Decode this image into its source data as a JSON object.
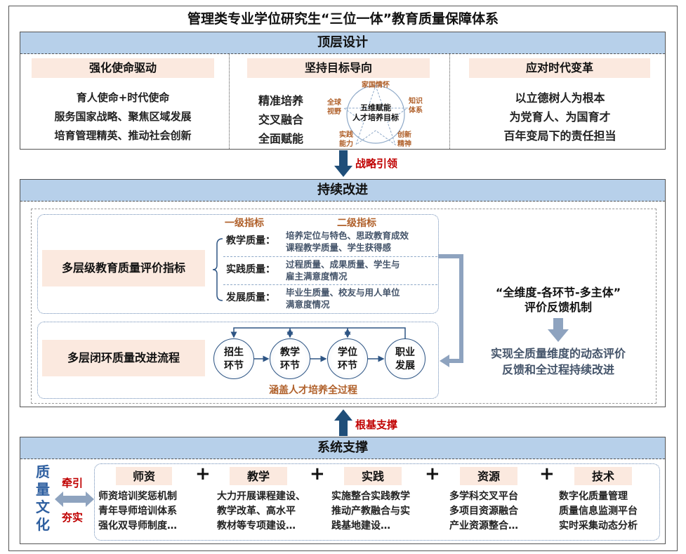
{
  "title": "管理类专业学位研究生“三位一体”教育质量保障体系",
  "top": {
    "header": "顶层设计",
    "col1": {
      "label": "强化使命驱动",
      "lines": [
        "育人使命+时代使命",
        "服务国家战略、聚焦区域发展",
        "培育管理精英、推动社会创新"
      ]
    },
    "col2": {
      "label": "坚持目标导向",
      "lines": [
        "精准培养",
        "交叉融合",
        "全面赋能"
      ],
      "star_center": [
        "五维赋能",
        "人才培养目标"
      ],
      "star_points": [
        "家国情怀",
        "知识体系",
        "创新精神",
        "实践能力",
        "全球视野"
      ]
    },
    "col3": {
      "label": "应对时代变革",
      "lines": [
        "以立德树人为根本",
        "为党育人、为国育才",
        "百年变局下的责任担当"
      ]
    }
  },
  "arrow1": "战略引领",
  "mid": {
    "header": "持续改进",
    "eval": {
      "label": "多层级教育质量评价指标",
      "h1": "一级指标",
      "h2": "二级指标",
      "rows": [
        {
          "k": "教学质量：",
          "v1": "培养定位与特色、思政教育成效",
          "v2": "课程教学质量、学生获得感"
        },
        {
          "k": "实践质量：",
          "v1": "过程质量、成果质量、学生与",
          "v2": "雇主满意度情况"
        },
        {
          "k": "发展质量：",
          "v1": "毕业生质量、校友与用人单位",
          "v2": "满意度情况"
        }
      ]
    },
    "loop": {
      "label": "多层闭环质量改进流程",
      "nodes": [
        [
          "招生",
          "环节"
        ],
        [
          "教学",
          "环节"
        ],
        [
          "学位",
          "环节"
        ],
        [
          "职业",
          "发展"
        ]
      ],
      "caption": "涵盖人才培养全过程"
    },
    "feedback": {
      "title1": "“全维度-各环节-多主体”",
      "title2": "评价反馈机制",
      "desc1": "实现全质量维度的动态评价",
      "desc2": "反馈和全过程持续改进"
    }
  },
  "arrow2": "根基支撑",
  "bottom": {
    "header": "系统支撑",
    "culture": [
      "质",
      "量",
      "文",
      "化"
    ],
    "pull": "牵引",
    "solid": "夯实",
    "plus": "+",
    "cols": [
      {
        "label": "师资",
        "items": [
          "师资培训奖惩机制",
          "青年导师培训体系",
          "强化双导师制度…"
        ]
      },
      {
        "label": "教学",
        "items": [
          "大力开展课程建设、",
          "教学改革、高水平",
          "教材等专项建设…"
        ]
      },
      {
        "label": "实践",
        "items": [
          "实施整合实践教学",
          "推动产教融合与实",
          "践基地建设…"
        ]
      },
      {
        "label": "资源",
        "items": [
          "多学科交叉平台",
          "多项目资源融合",
          "产业资源整合…"
        ]
      },
      {
        "label": "技术",
        "items": [
          "数字化质量管理",
          "质量信息监测平台",
          "实时采集动态分析"
        ]
      }
    ]
  },
  "colors": {
    "header": "#b7d0ea",
    "peach": "#fbe9df",
    "arrow": "#1f4e79",
    "red": "#c00000",
    "brown": "#b0602a"
  }
}
